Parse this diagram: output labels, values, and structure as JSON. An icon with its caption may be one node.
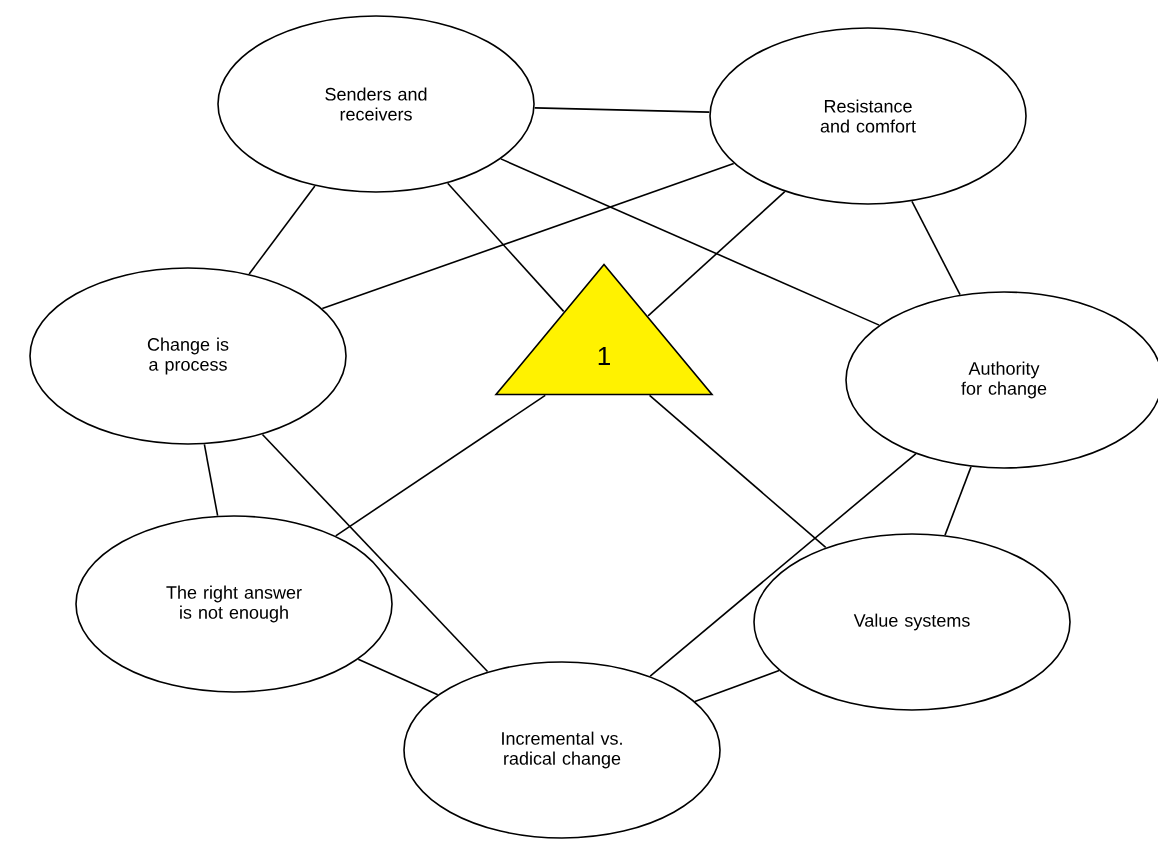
{
  "diagram": {
    "nodes": [
      {
        "text": [
          "Senders and receivers"
        ]
      },
      {
        "text": [
          "Resistance and comfort"
        ]
      },
      {
        "text": [
          "Change is a process"
        ]
      },
      {
        "text": [
          "Authority for change"
        ]
      },
      {
        "text": [
          "1"
        ]
      },
      {
        "text": [
          "The right answer is not enough"
        ]
      },
      {
        "text": [
          "Value systems"
        ]
      },
      {
        "text": [
          "Incremental vs. radical change"
        ]
      }
    ],
    "edges": [
      {
        "from": 0,
        "to": 1,
        "arrow": "none"
      },
      {
        "from": 1,
        "to": 3,
        "arrow": "none"
      },
      {
        "from": 3,
        "to": 6,
        "arrow": "none"
      },
      {
        "from": 6,
        "to": 7,
        "arrow": "none"
      },
      {
        "from": 7,
        "to": 5,
        "arrow": "none"
      },
      {
        "from": 5,
        "to": 2,
        "arrow": "none"
      },
      {
        "from": 2,
        "to": 0,
        "arrow": "none"
      },
      {
        "from": 0,
        "to": 4,
        "arrow": "none"
      },
      {
        "from": 0,
        "to": 3,
        "arrow": "none"
      },
      {
        "from": 1,
        "to": 2,
        "arrow": "none"
      },
      {
        "from": 1,
        "to": 4,
        "arrow": "none"
      },
      {
        "from": 2,
        "to": 7,
        "arrow": "none"
      },
      {
        "from": 4,
        "to": 5,
        "arrow": "none"
      },
      {
        "from": 4,
        "to": 6,
        "arrow": "none"
      },
      {
        "from": 3,
        "to": 7,
        "arrow": "none"
      }
    ]
  }
}
